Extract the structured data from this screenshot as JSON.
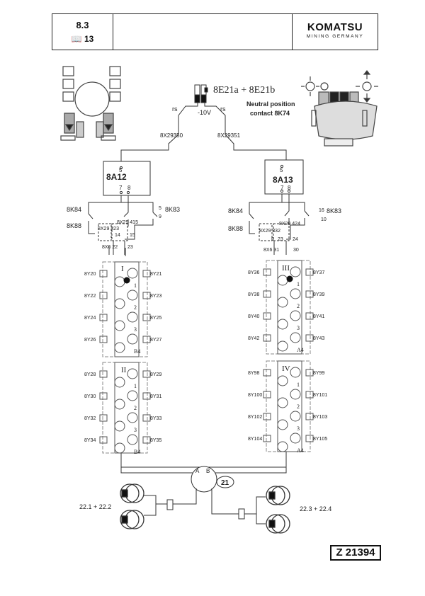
{
  "header": {
    "section": "8.3",
    "page_ref": "13",
    "logo": "KOMATSU",
    "logo_sub": "MINING GERMANY"
  },
  "switch": {
    "label": "8E21a + 8E21b",
    "voltage": "-10V",
    "wire_left": "rs",
    "wire_right": "rs",
    "neutral_line1": "Neutral position",
    "neutral_line2": "contact 8K74",
    "term_left": "8X29350",
    "term_right": "8X29351"
  },
  "controllers": {
    "left": {
      "name": "8A12",
      "p5": "5",
      "p7": "7",
      "p8": "8"
    },
    "right": {
      "name": "8A13",
      "p5": "5",
      "p7": "7",
      "p8": "8"
    }
  },
  "contacts": {
    "left": {
      "k84": "8K84",
      "k88": "8K88",
      "k83": "8K83",
      "n5": "5",
      "n9": "9",
      "x29a": "8X29 415",
      "x29b": "8X29 323",
      "n14": "14",
      "n15": "15",
      "x6": "8X6 22",
      "n23": "23"
    },
    "right": {
      "k84": "8K84",
      "k88": "8K88",
      "k83": "8K83",
      "n16": "16",
      "n10": "10",
      "x29a": "8X29 424",
      "x29b": "8X29 332",
      "n9": "9",
      "n23": "23",
      "n24": "24",
      "x6": "8X6 31",
      "n30": "30"
    }
  },
  "valve_blocks": {
    "I": {
      "roman": "I",
      "left": [
        "8Y20",
        "8Y22",
        "8Y24",
        "8Y26"
      ],
      "right": [
        "8Y21",
        "8Y23",
        "8Y25",
        "8Y27"
      ],
      "ports": [
        "1",
        "2",
        "3",
        "B4"
      ]
    },
    "II": {
      "roman": "II",
      "left": [
        "8Y28",
        "8Y30",
        "8Y32",
        "8Y34"
      ],
      "right": [
        "8Y29",
        "8Y31",
        "8Y33",
        "8Y35"
      ],
      "ports": [
        "1",
        "2",
        "3",
        "B4"
      ]
    },
    "III": {
      "roman": "III",
      "left": [
        "8Y36",
        "8Y38",
        "8Y40",
        "8Y42"
      ],
      "right": [
        "8Y37",
        "8Y39",
        "8Y41",
        "8Y43"
      ],
      "ports": [
        "1",
        "2",
        "3",
        "A4"
      ]
    },
    "IV": {
      "roman": "IV",
      "left": [
        "8Y98",
        "8Y100",
        "8Y102",
        "8Y104"
      ],
      "right": [
        "8Y99",
        "8Y101",
        "8Y103",
        "8Y105"
      ],
      "ports": [
        "1",
        "2",
        "3",
        "A4"
      ]
    }
  },
  "pump": {
    "port_a": "A",
    "port_b": "B",
    "id": "21"
  },
  "cylinders": {
    "left": "22.1 + 22.2",
    "right": "22.3 + 22.4"
  },
  "drawing_no": "Z 21394"
}
